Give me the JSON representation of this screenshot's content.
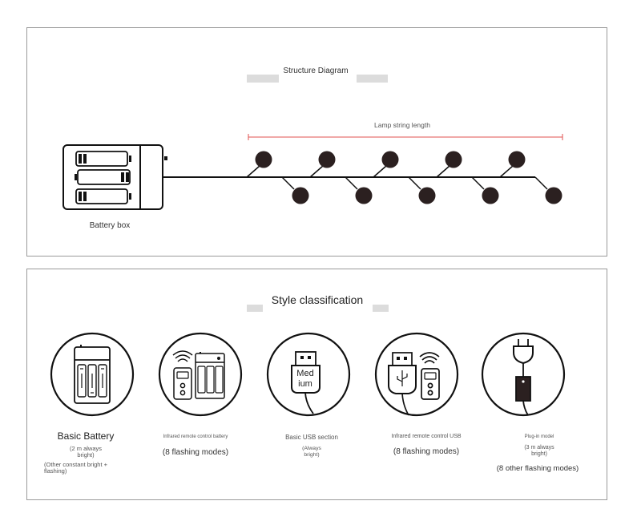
{
  "structure": {
    "title": "Structure Diagram",
    "lamp_length_label": "Lamp string length",
    "battery_box_label": "Battery box",
    "measure_color": "#e0524f",
    "lamp_color": "#2b2020"
  },
  "styles": {
    "title": "Style classification",
    "items": [
      {
        "icon": "battery-box-icon",
        "name": "Basic Battery",
        "detail_lines": [
          "(2 m always",
          "bright)"
        ],
        "extra_lines": [
          "(Other constant bright +",
          "flashing)"
        ]
      },
      {
        "icon": "remote-battery-icon",
        "name": "Infrared remote control battery",
        "detail_lines": [],
        "extra_lines": [
          "(8 flashing modes)"
        ]
      },
      {
        "icon": "usb-plug-icon",
        "name": "Basic USB section",
        "icon_label_lines": [
          "Med",
          "ium"
        ],
        "detail_lines": [
          "(Always",
          "bright)"
        ],
        "extra_lines": []
      },
      {
        "icon": "remote-usb-icon",
        "name": "Infrared remote control USB",
        "detail_lines": [],
        "extra_lines": [
          "(8 flashing modes)"
        ]
      },
      {
        "icon": "plug-in-icon",
        "name": "Plug-in model",
        "detail_lines": [
          "(3 m always",
          "bright)"
        ],
        "extra_lines": [
          "(8 other flashing modes)"
        ]
      }
    ]
  }
}
